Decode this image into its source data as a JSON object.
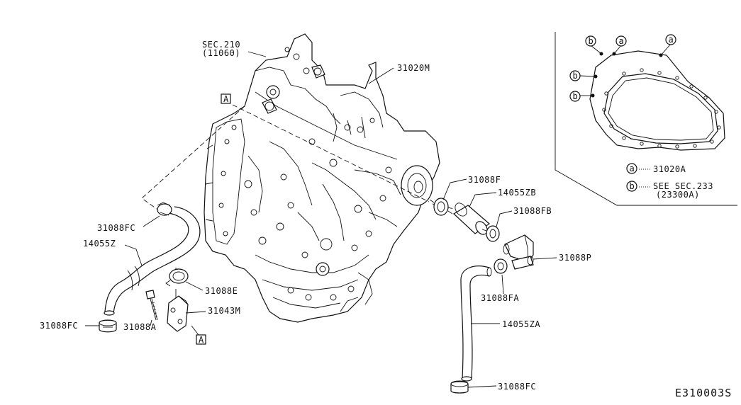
{
  "labels": {
    "sec210_a": "SEC.210",
    "sec210_b": "(11060)",
    "p31020M": "31020M",
    "pA_top": "A",
    "pA_bottom": "A",
    "p31088FC_top": "31088FC",
    "p14055Z": "14055Z",
    "p31088E": "31088E",
    "p31043M": "31043M",
    "p31088FC_left": "31088FC",
    "p31088A": "31088A",
    "p31088F": "31088F",
    "p14055ZB": "14055ZB",
    "p31088FB": "31088FB",
    "p31088P": "31088P",
    "p31088FA": "31088FA",
    "p14055ZA": "14055ZA",
    "p31088FC_bottom": "31088FC",
    "diagram_id": "E310003S"
  },
  "inset": {
    "marker_a": "a",
    "marker_b": "b",
    "legend_a_code": "31020A",
    "legend_b_line1": "SEE SEC.233",
    "legend_b_line2": "(23300A)"
  }
}
